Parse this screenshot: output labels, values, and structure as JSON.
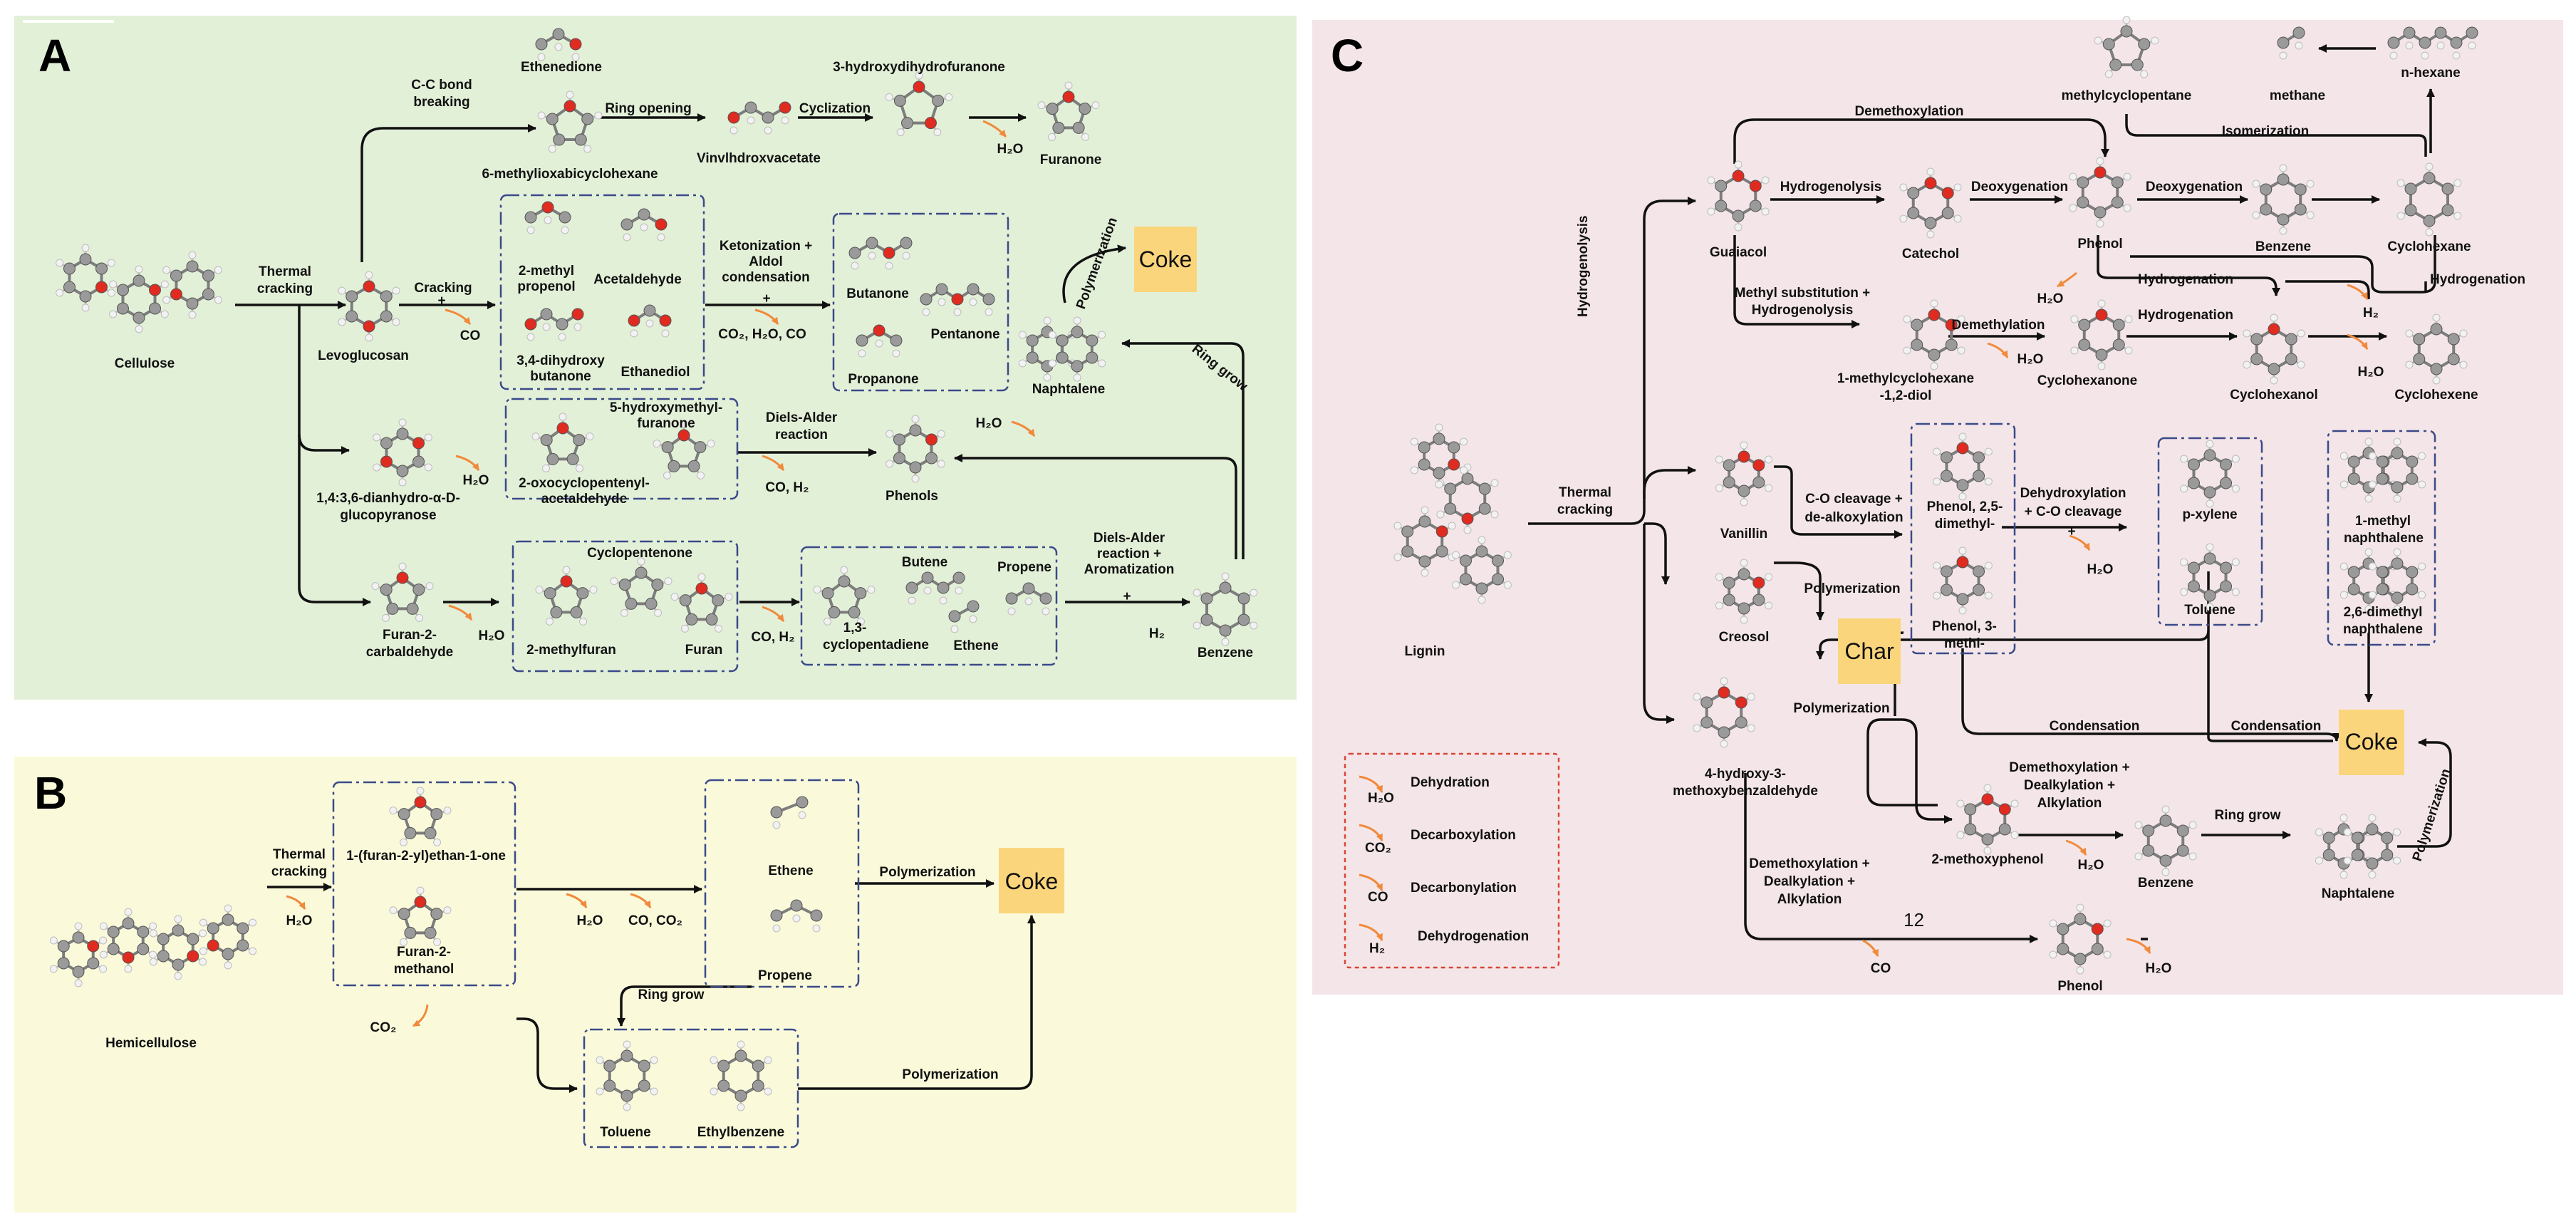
{
  "colors": {
    "panel_a": "#e3f0d8",
    "panel_b": "#fafadb",
    "panel_c": "#f4e6e8",
    "coke_box": "#fbd57c",
    "arrow": "#111111",
    "release_arrow": "#f08a3c",
    "group_box": "#3a4a8a",
    "legend_border": "#d9453a",
    "atom_carbon": "#9a9a9a",
    "atom_oxygen": "#e02b20",
    "atom_hydrogen": "#f2f2f2"
  },
  "panels": {
    "a": {
      "letter": "A",
      "molecules": [
        {
          "id": "cellulose",
          "label": "Cellulose"
        },
        {
          "id": "levoglucosan",
          "label": "Levoglucosan"
        },
        {
          "id": "ethenedione",
          "label": "Ethenedione"
        },
        {
          "id": "methyloxabicyclohexane",
          "label": "6-methylioxabicyclohexane"
        },
        {
          "id": "vinylhydroxyacetate",
          "label": "Vinvlhdroxvacetate"
        },
        {
          "id": "hydroxydihydrofuranone",
          "label": "3-hydroxydihydrofuranone"
        },
        {
          "id": "furanone",
          "label": "Furanone"
        },
        {
          "id": "methylpropenol",
          "label": "2-methyl propenol"
        },
        {
          "id": "acetaldehyde",
          "label": "Acetaldehyde"
        },
        {
          "id": "dihydroxybutanone",
          "label": "3,4-dihydroxy butanone"
        },
        {
          "id": "ethanediol",
          "label": "Ethanediol"
        },
        {
          "id": "butanone",
          "label": "Butanone"
        },
        {
          "id": "pentanone",
          "label": "Pentanone"
        },
        {
          "id": "propanone",
          "label": "Propanone"
        },
        {
          "id": "naphtalene",
          "label": "Naphtalene"
        },
        {
          "id": "dianhydroglucopyranose",
          "label": "1,4:3,6-dianhydro-α-D-glucopyranose"
        },
        {
          "id": "hydroxymethylfuranone",
          "label": "5-hydroxymethyl-furanone"
        },
        {
          "id": "oxocyclopentenyl",
          "label": "2-oxocyclopentenyl-acetaldehyde"
        },
        {
          "id": "phenols",
          "label": "Phenols"
        },
        {
          "id": "furancarbaldehyde",
          "label": "Furan-2-carbaldehyde"
        },
        {
          "id": "cyclopentenone",
          "label": "Cyclopentenone"
        },
        {
          "id": "methylfuran",
          "label": "2-methylfuran"
        },
        {
          "id": "furan",
          "label": "Furan"
        },
        {
          "id": "butene",
          "label": "Butene"
        },
        {
          "id": "propene",
          "label": "Propene"
        },
        {
          "id": "cyclopentadiene",
          "label": "1,3-cyclopentadiene"
        },
        {
          "id": "ethene",
          "label": "Ethene"
        },
        {
          "id": "benzene",
          "label": "Benzene"
        }
      ],
      "steps": {
        "thermal_cracking": "Thermal cracking",
        "cc_breaking": "C-C bond breaking",
        "ring_opening": "Ring opening",
        "cyclization": "Cyclization",
        "cracking": "Cracking",
        "ketonization": "Ketonization + Aldol condensation",
        "polymerization": "Polymerization",
        "ring_grow": "Ring grow",
        "diels_alder": "Diels-Alder reaction",
        "diels_alder_arom": "Diels-Alder reaction + Aromatization"
      },
      "coke": "Coke"
    },
    "b": {
      "letter": "B",
      "molecules": [
        {
          "id": "hemicellulose",
          "label": "Hemicellulose"
        },
        {
          "id": "furanylethanone",
          "label": "1-(furan-2-yl)ethan-1-one"
        },
        {
          "id": "furanmethanol",
          "label": "Furan-2-methanol"
        },
        {
          "id": "ethene",
          "label": "Ethene"
        },
        {
          "id": "propene",
          "label": "Propene"
        },
        {
          "id": "toluene",
          "label": "Toluene"
        },
        {
          "id": "ethylbenzene",
          "label": "Ethylbenzene"
        }
      ],
      "steps": {
        "thermal_cracking": "Thermal cracking",
        "polymerization": "Polymerization",
        "ring_grow": "Ring grow"
      },
      "coke": "Coke"
    },
    "c": {
      "letter": "C",
      "molecules": [
        {
          "id": "lignin",
          "label": "Lignin"
        },
        {
          "id": "guaiacol",
          "label": "Guaiacol"
        },
        {
          "id": "catechol",
          "label": "Catechol"
        },
        {
          "id": "phenol",
          "label": "Phenol"
        },
        {
          "id": "benzene",
          "label": "Benzene"
        },
        {
          "id": "cyclohexane",
          "label": "Cyclohexane"
        },
        {
          "id": "methylcyclopentane",
          "label": "methylcyclopentane"
        },
        {
          "id": "methane",
          "label": "methane"
        },
        {
          "id": "hexane",
          "label": "n-hexane"
        },
        {
          "id": "methylcyclohexanediol",
          "label": "1-methylcyclohexane -1,2-diol"
        },
        {
          "id": "cyclohexanone",
          "label": "Cyclohexanone"
        },
        {
          "id": "cyclohexanol",
          "label": "Cyclohexanol"
        },
        {
          "id": "cyclohexene",
          "label": "Cyclohexene"
        },
        {
          "id": "vanillin",
          "label": "Vanillin"
        },
        {
          "id": "creosol",
          "label": "Creosol"
        },
        {
          "id": "dimethylphenol",
          "label": "Phenol, 2,5-dimethyl-"
        },
        {
          "id": "methylphenol",
          "label": "Phenol, 3-methl-"
        },
        {
          "id": "pxylene",
          "label": "p-xylene"
        },
        {
          "id": "toluene",
          "label": "Toluene"
        },
        {
          "id": "methylnaphthalene",
          "label": "1-methyl naphthalene"
        },
        {
          "id": "dimethylnaphthalene",
          "label": "2,6-dimethyl naphthalene"
        },
        {
          "id": "hydroxymethoxybenzaldehyde",
          "label": "4-hydroxy-3-methoxybenzaldehyde"
        },
        {
          "id": "methoxyphenol",
          "label": "2-methoxyphenol"
        },
        {
          "id": "benzene2",
          "label": "Benzene"
        },
        {
          "id": "naphtalene",
          "label": "Naphtalene"
        },
        {
          "id": "phenol2",
          "label": "Phenol"
        }
      ],
      "steps": {
        "demethoxylation": "Demethoxylation",
        "isomerization": "Isomerization",
        "hydrogenolysis": "Hydrogenolysis",
        "deoxygenation": "Deoxygenation",
        "hydrogenation": "Hydrogenation",
        "methyl_sub": "Methyl substitution + Hydrogenolysis",
        "demethylation": "Demethylation",
        "thermal_cracking": "Thermal cracking",
        "co_cleavage": "C-O cleavage + de-alkoxylation",
        "dehydroxylation": "Dehydroxylation + C-O cleavage",
        "polymerization": "Polymerization",
        "condensation": "Condensation",
        "demeth_dealk_alk": "Demethoxylation + Dealkylation + Alkylation",
        "ring_grow": "Ring grow",
        "alkylation_mark": "Alkylation",
        "stray_mark": "12"
      },
      "char": "Char",
      "coke": "Coke",
      "legend": [
        {
          "species": "H₂O",
          "label": "Dehydration"
        },
        {
          "species": "CO₂",
          "label": "Decarboxylation"
        },
        {
          "species": "CO",
          "label": "Decarbonylation"
        },
        {
          "species": "H₂",
          "label": "Dehydrogenation"
        }
      ]
    }
  },
  "species": {
    "h2o": "H₂O",
    "co": "CO",
    "co2": "CO₂",
    "h2": "H₂",
    "co_h2": "CO, H₂",
    "co_co2": "CO, CO₂",
    "co2_h2o_co": "CO₂, H₂O, CO",
    "plus": "+"
  }
}
